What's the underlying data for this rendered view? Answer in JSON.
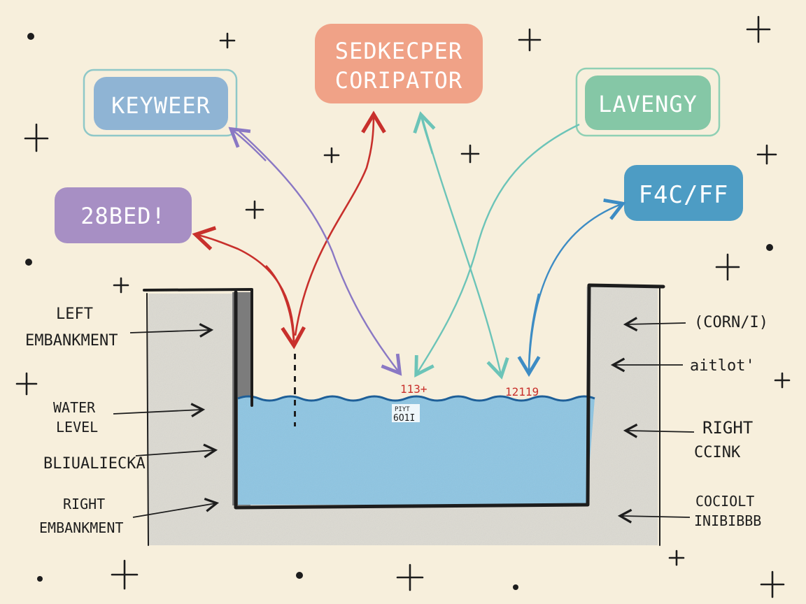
{
  "boxes": {
    "keyweer": "KEYWEER",
    "sidekeeper_line1": "SEDKECPER",
    "sidekeeper_line2": "CORIPATOR",
    "lavengy": "LAVENGY",
    "bed": "28BED!",
    "fcff": "F4C/FF"
  },
  "left_labels": {
    "left_embankment_line1": "LEFT",
    "left_embankment_line2": "EMBANKMENT",
    "water_level_line1": "WATER",
    "water_level_line2": "LEVEL",
    "bliualiecka": "BLIUALIECKA",
    "right_embankment_line1": "RIGHT",
    "right_embankment_line2": "EMBANKMENT"
  },
  "right_labels": {
    "corn": "(CORN/I)",
    "aitlot": "aitlot'",
    "right_ccink_line1": "RIGHT",
    "right_ccink_line2": "CCINK",
    "cociolt_line1": "COCIOLT",
    "cociolt_line2": "INIBIBBB"
  },
  "water_marks": {
    "mark_left": "113+",
    "mark_right": "12119",
    "center_line1": "PIYT",
    "center_line2": "6O1I"
  },
  "colors": {
    "keyweer": "#8fb4d4",
    "sidekeeper": "#f0a287",
    "lavengy": "#85c7a6",
    "bed": "#a78fc4",
    "fcff": "#4d9cc4",
    "water": "#8ec5e2",
    "red_arrow": "#c8302c",
    "purple_arrow": "#8a78c4",
    "teal_arrow": "#6cc4b8",
    "blue_arrow": "#3d8cc4"
  }
}
